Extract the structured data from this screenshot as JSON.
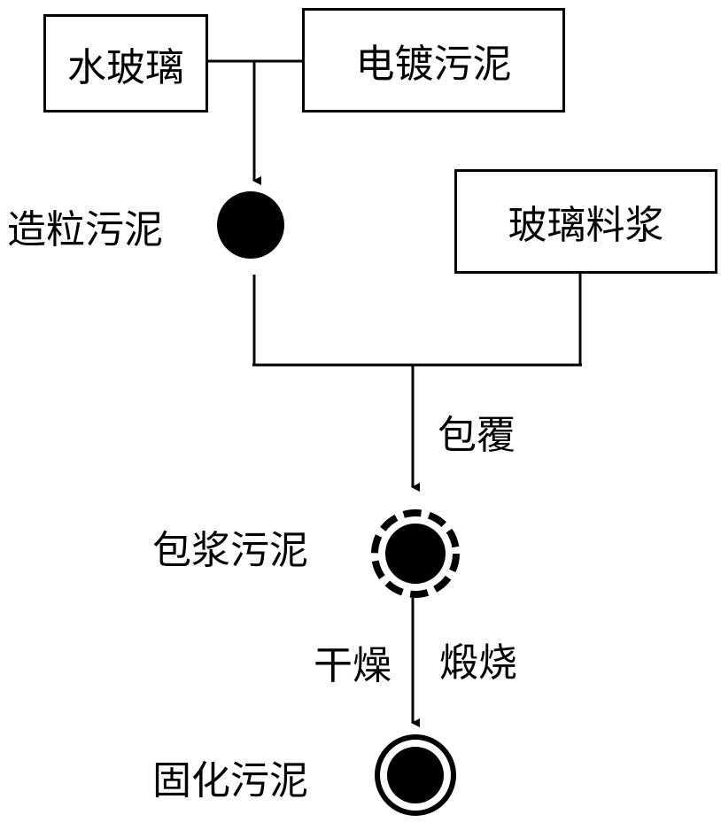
{
  "nodes": {
    "water_glass": "水玻璃",
    "electroplating_sludge": "电镀污泥",
    "granulated_sludge": "造粒污泥",
    "glass_slurry": "玻璃料浆",
    "coated_sludge": "包浆污泥",
    "solidified_sludge": "固化污泥"
  },
  "steps": {
    "coating": "包覆",
    "drying": "干燥",
    "calcining": "煅烧"
  }
}
